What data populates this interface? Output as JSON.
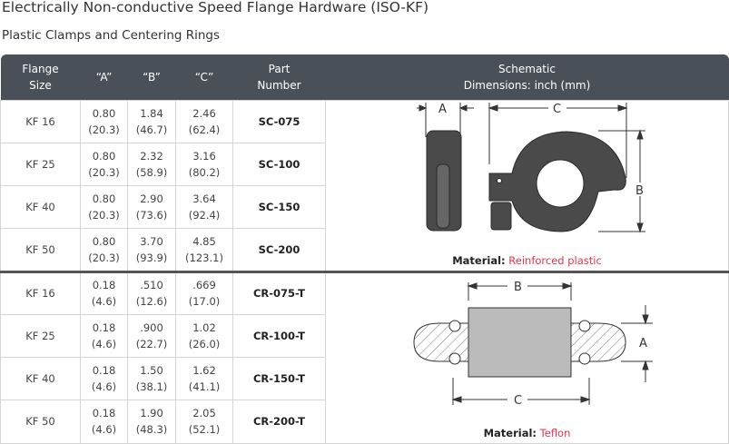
{
  "title": "Electrically Non-conductive Speed Flange Hardware (ISO-KF)",
  "subtitle": "Plastic Clamps and Centering Rings",
  "headers": {
    "flange": [
      "Flange",
      "Size"
    ],
    "a": "“A”",
    "b": "“B”",
    "c": "“C”",
    "part": [
      "Part",
      "Number"
    ],
    "schematic": [
      "Schematic",
      "Dimensions: inch (mm)"
    ]
  },
  "clamps": [
    {
      "size": "KF 16",
      "a": "0.80",
      "a_mm": "(20.3)",
      "b": "1.84",
      "b_mm": "(46.7)",
      "c": "2.46",
      "c_mm": "(62.4)",
      "part": "SC-075"
    },
    {
      "size": "KF 25",
      "a": "0.80",
      "a_mm": "(20.3)",
      "b": "2.32",
      "b_mm": "(58.9)",
      "c": "3.16",
      "c_mm": "(80.2)",
      "part": "SC-100"
    },
    {
      "size": "KF 40",
      "a": "0.80",
      "a_mm": "(20.3)",
      "b": "2.90",
      "b_mm": "(73.6)",
      "c": "3.64",
      "c_mm": "(92.4)",
      "part": "SC-150"
    },
    {
      "size": "KF 50",
      "a": "0.80",
      "a_mm": "(20.3)",
      "b": "3.70",
      "b_mm": "(93.9)",
      "c": "4.85",
      "c_mm": "(123.1)",
      "part": "SC-200"
    }
  ],
  "rings": [
    {
      "size": "KF 16",
      "a": "0.18",
      "a_mm": "(4.6)",
      "b": ".510",
      "b_mm": "(12.6)",
      "c": ".669",
      "c_mm": "(17.0)",
      "part": "CR-075-T"
    },
    {
      "size": "KF 25",
      "a": "0.18",
      "a_mm": "(4.6)",
      "b": ".900",
      "b_mm": "(22.7)",
      "c": "1.02",
      "c_mm": "(26.0)",
      "part": "CR-100-T"
    },
    {
      "size": "KF 40",
      "a": "0.18",
      "a_mm": "(4.6)",
      "b": "1.50",
      "b_mm": "(38.1)",
      "c": "1.62",
      "c_mm": "(41.1)",
      "part": "CR-150-T"
    },
    {
      "size": "KF 50",
      "a": "0.18",
      "a_mm": "(4.6)",
      "b": "1.90",
      "b_mm": "(48.3)",
      "c": "2.05",
      "c_mm": "(52.1)",
      "part": "CR-200-T"
    }
  ],
  "material_label": "Material:",
  "clamp_material": "Reinforced plastic",
  "ring_material": "Teflon",
  "dim_labels": {
    "a": "A",
    "b": "B",
    "c": "C"
  }
}
